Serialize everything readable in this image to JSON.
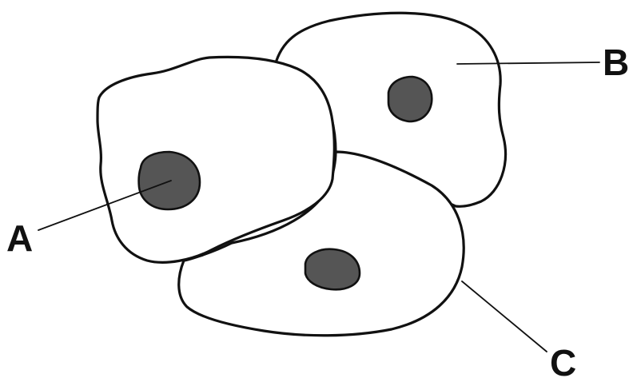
{
  "labels": {
    "a": "A",
    "b": "B",
    "c": "C"
  },
  "colors": {
    "outline": "#111111",
    "cytoplasm": "#ffffff",
    "nucleus": "#555555"
  }
}
